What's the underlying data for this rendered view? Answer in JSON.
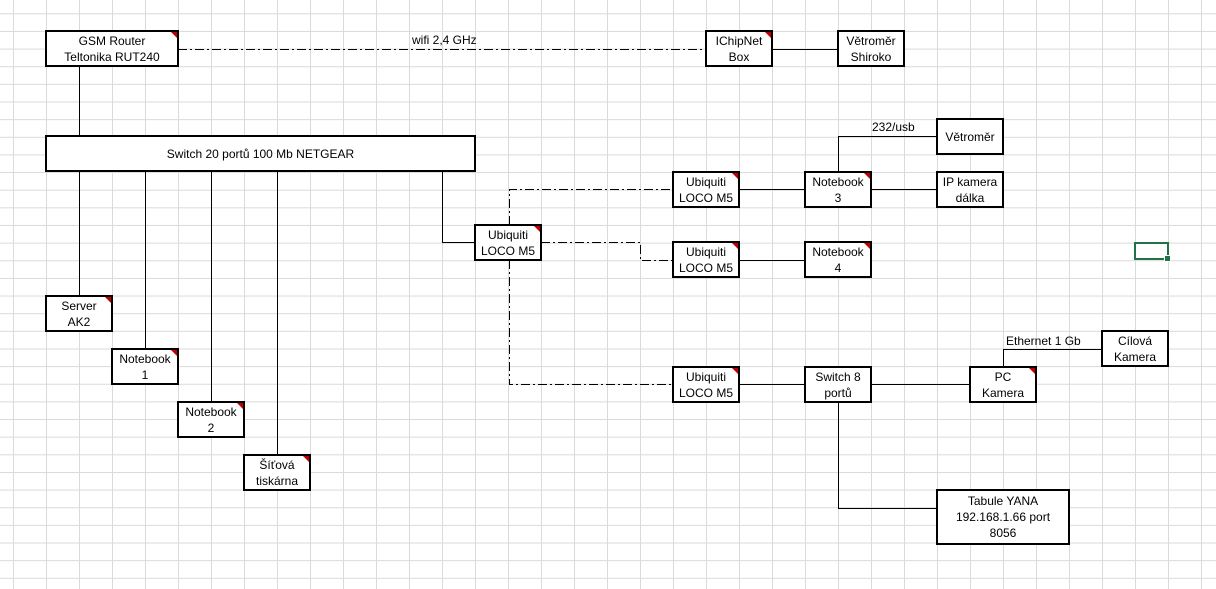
{
  "nodes": {
    "gsm": [
      "GSM Router",
      "Teltonika RUT240"
    ],
    "ichipnet": [
      "IChipNet",
      "Box"
    ],
    "vetromer_shiroko": [
      "Větroměr",
      "Shiroko"
    ],
    "switch20": [
      "Switch 20 portů 100 Mb NETGEAR"
    ],
    "server": [
      "Server",
      "AK2"
    ],
    "nb1": [
      "Notebook",
      "1"
    ],
    "nb2": [
      "Notebook",
      "2"
    ],
    "printer": [
      "Šíťová",
      "tiskárna"
    ],
    "ubq_center": [
      "Ubiquiti",
      "LOCO M5"
    ],
    "ubq_top": [
      "Ubiquiti",
      "LOCO M5"
    ],
    "nb3": [
      "Notebook",
      "3"
    ],
    "vetromer": [
      "Větroměr"
    ],
    "ipcam": [
      "IP kamera",
      "dálka"
    ],
    "ubq_mid": [
      "Ubiquiti",
      "LOCO M5"
    ],
    "nb4": [
      "Notebook",
      "4"
    ],
    "ubq_bot": [
      "Ubiquiti",
      "LOCO M5"
    ],
    "switch8": [
      "Switch 8",
      "portů"
    ],
    "pc": [
      "PC",
      "Kamera"
    ],
    "cilova": [
      "Cílová",
      "Kamera"
    ],
    "tabule": [
      "Tabule YANA",
      "192.168.1.66 port",
      "8056"
    ]
  },
  "labels": {
    "wifi": "wifi 2,4 GHz",
    "usb": "232/usb",
    "ethernet": "Ethernet 1 Gb"
  },
  "colors": {
    "comment_marker": "#c00000",
    "selection": "#217346",
    "grid": "#dadada"
  }
}
